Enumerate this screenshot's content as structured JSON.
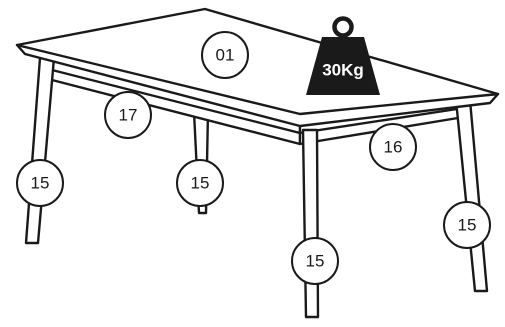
{
  "diagram": {
    "parts": {
      "tabletop": "01",
      "side_rail_long": "17",
      "side_rail_short": "16",
      "leg_front_left": "15",
      "leg_back_left": "15",
      "leg_front_right": "15",
      "leg_back_right": "15"
    },
    "weight": {
      "label": "30Kg",
      "color": "#1a1a1a",
      "icon": "weight-icon"
    }
  }
}
